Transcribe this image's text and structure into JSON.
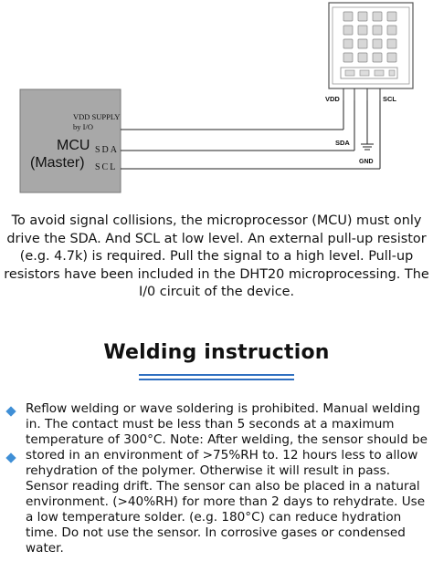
{
  "diagram": {
    "mcu_title": "MCU",
    "mcu_subtitle": "(Master)",
    "vdd_supply_line1": "VDD SUPPLY",
    "vdd_supply_line2": "by I/O",
    "mcu_sda": "SDA",
    "mcu_scl": "SCL",
    "pin_vdd": "VDD",
    "pin_scl": "SCL",
    "bus_sda": "SDA",
    "pin_gnd": "GND"
  },
  "intro": {
    "paragraph": "To avoid signal collisions, the microprocessor (MCU) must only drive the SDA. And SCL at low level. An external pull-up resistor (e.g. 4.7k) is required. Pull the signal to a high level. Pull-up resistors have been included in the DHT20 microprocessing. The I/0 circuit of the device."
  },
  "welding": {
    "heading": "Welding instruction",
    "body": "Reflow welding or wave soldering is prohibited. Manual welding in. The contact must be less than 5 seconds at a maximum temperature of 300°C. Note: After welding, the sensor should be stored in an environment of >75%RH to. 12 hours less to allow rehydration of the polymer. Otherwise it will result in pass. Sensor reading drift. The sensor can also be placed in a natural environment. (>40%RH) for more than 2 days to rehydrate. Use a low temperature solder. (e.g. 180°C) can reduce hydration time. Do not use the sensor. In corrosive gases or condensed water."
  }
}
